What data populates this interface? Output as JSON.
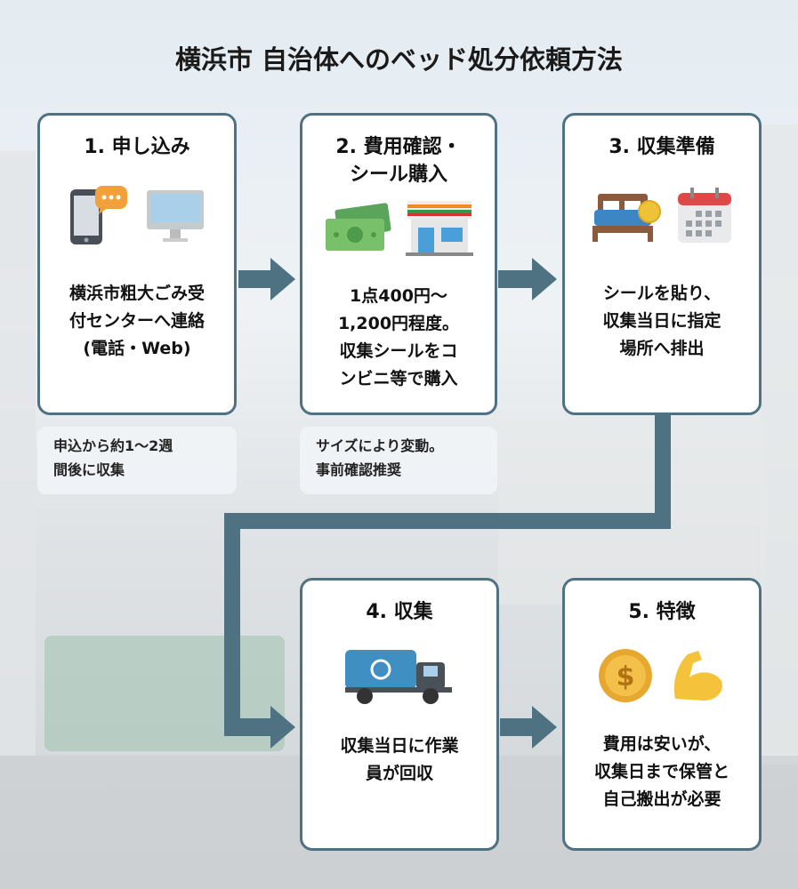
{
  "title": "横浜市 自治体へのベッド処分依頼方法",
  "colors": {
    "accent": "#4f7283",
    "card_bg": "#ffffff"
  },
  "steps": [
    {
      "title": "1. 申し込み",
      "icons": [
        "smartphone-chat-icon",
        "desktop-monitor-icon"
      ],
      "body": [
        "横浜市粗大ごみ受",
        "付センターへ連絡",
        "(電話・Web)"
      ],
      "note": [
        "申込から約1～2週",
        "間後に収集"
      ]
    },
    {
      "title": [
        "2. 費用確認・",
        "シール購入"
      ],
      "icons": [
        "cash-icon",
        "convenience-store-icon"
      ],
      "body": [
        "1点400円～",
        "1,200円程度。",
        "収集シールをコ",
        "ンビニ等で購入"
      ],
      "note": [
        "サイズにより変動。",
        "事前確認推奨"
      ]
    },
    {
      "title": "3. 収集準備",
      "icons": [
        "bed-with-sticker-icon",
        "calendar-icon"
      ],
      "body": [
        "シールを貼り、",
        "収集当日に指定",
        "場所へ排出"
      ]
    },
    {
      "title": "4. 収集",
      "icons": [
        "garbage-truck-icon"
      ],
      "body": [
        "収集当日に作業",
        "員が回収"
      ]
    },
    {
      "title": "5. 特徴",
      "icons": [
        "coin-icon",
        "flexed-arm-icon"
      ],
      "body": [
        "費用は安いが、",
        "収集日まで保管と",
        "自己搬出が必要"
      ]
    }
  ]
}
